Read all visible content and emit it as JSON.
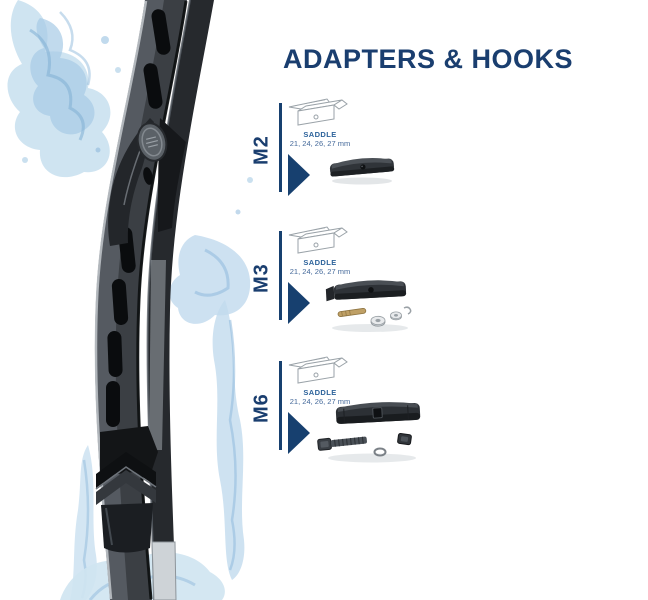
{
  "title": "ADAPTERS & HOOKS",
  "sections": [
    {
      "label": "M2",
      "mount_type": "SADDLE",
      "sizes": "21, 24, 26, 27 mm"
    },
    {
      "label": "M3",
      "mount_type": "SADDLE",
      "sizes": "21, 24, 26, 27 mm"
    },
    {
      "label": "M6",
      "mount_type": "SADDLE",
      "sizes": "21, 24, 26, 27 mm"
    }
  ],
  "colors": {
    "navy": "#1a3e6f",
    "divider_navy": "#17406f",
    "mount_label_blue": "#2d639b",
    "sizes_blue": "#44699a",
    "water_light": "#cfe4f1",
    "water_mid": "#a6cbe5",
    "water_deep": "#7fafd4"
  },
  "icons": {
    "arrow": "right-pointing-triangle",
    "saddle_diagram": "saddle-mount-technical-drawing",
    "m2_photo": "saddle-adapter-block",
    "m3_photo": "saddle-adapter-block-with-pin-and-washers",
    "m6_photo": "saddle-adapter-block-with-bolt-and-nut",
    "left_art": "wiper-blade-with-water-splash-photo",
    "emblem": "oval-brand-emblem"
  }
}
